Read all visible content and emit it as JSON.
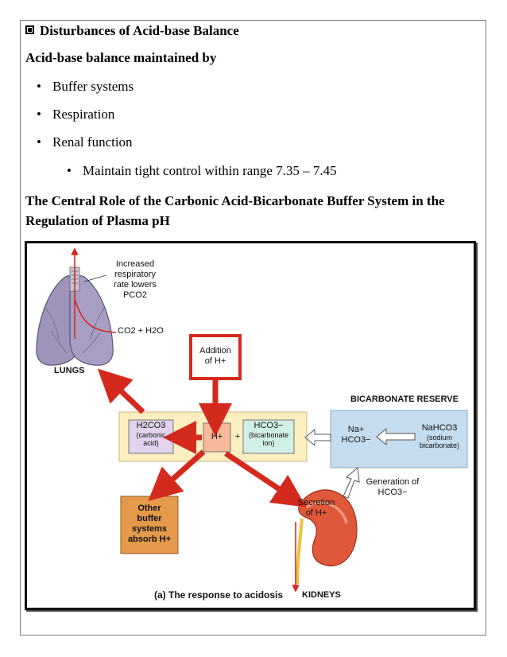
{
  "header": {
    "icon": "square-bullet-icon",
    "title": "Disturbances of Acid-base Balance"
  },
  "intro": {
    "heading": "Acid-base balance maintained by",
    "bullets": [
      "Buffer systems",
      "Respiration",
      "Renal function"
    ],
    "sub_bullet": "Maintain tight control within range 7.35 – 7.45"
  },
  "section_title": "The Central Role of the Carbonic Acid-Bicarbonate Buffer System in the Regulation of Plasma pH",
  "figure": {
    "lungs_note_1": "Increased",
    "lungs_note_2": "respiratory",
    "lungs_note_3": "rate lowers",
    "lungs_pco2": "PCO2",
    "co2_h2o": "CO2 + H2O",
    "lungs_label": "LUNGS",
    "addition_1": "Addition",
    "addition_2": "of H+",
    "h2co3": "H2CO3",
    "carbonic_1": "(carbonic",
    "carbonic_2": "acid)",
    "hplus": "H+",
    "plus": "+",
    "hco3": "HCO3−",
    "bicarbonate_1": "(bicarbonate",
    "bicarbonate_2": "ion)",
    "reserve_label": "BICARBONATE RESERVE",
    "na": "Na+",
    "hco3_reserve": "HCO3−",
    "nahco3": "NaHCO3",
    "sodium_1": "(sodium",
    "sodium_2": "bicarbonate)",
    "generation_1": "Generation of",
    "generation_2": "HCO3−",
    "other_1": "Other",
    "other_2": "buffer",
    "other_3": "systems",
    "other_4": "absorb H+",
    "secretion_1": "Secretion",
    "secretion_2": "of H+",
    "caption": "(a) The response to acidosis",
    "kidneys_label": "KIDNEYS"
  },
  "colors": {
    "arrow_red": "#d42a1e",
    "buffer_bg": "#fbefc0",
    "reserve_bg": "#c5dcee",
    "other_bg": "#e49a4a",
    "hplus_bg": "#f7b99a",
    "h2co3_bg": "#e3d3ec",
    "hco3_bg": "#d2efe6"
  }
}
